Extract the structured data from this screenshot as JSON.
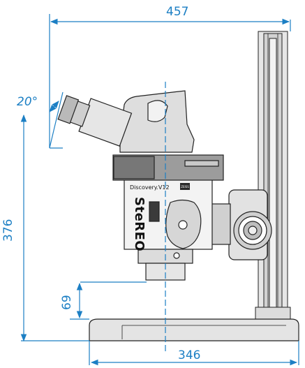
{
  "dimensions": {
    "total_width": "457",
    "total_height": "376",
    "base_depth": "346",
    "stage_height": "69",
    "tilt_angle": "20°"
  },
  "microscope": {
    "brand": "SteREO",
    "model": "Discovery.V12",
    "logo": "ZEISS"
  },
  "colors": {
    "dimension": "#1c7fc4",
    "outline": "#222222",
    "body_light": "#eeeeee",
    "body_mid": "#c8c8c8",
    "body_dark": "#9a9a9a"
  }
}
